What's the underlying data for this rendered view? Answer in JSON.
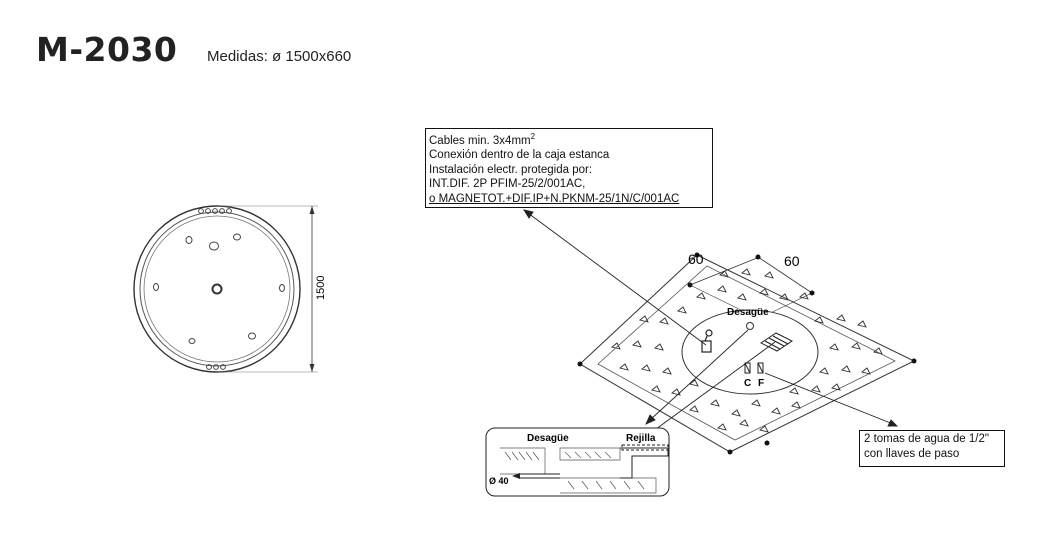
{
  "header": {
    "model": "M-2030",
    "dimensions": "Medidas: ø 1500x660"
  },
  "top_view": {
    "dimension_label": "1500"
  },
  "electrical_note": {
    "lines": [
      "Cables min. 3x4mm",
      "Conexión dentro de la caja estanca",
      "Instalación electr. protegida por:",
      "INT.DIF. 2P PFIM-25/2/001AC,",
      "o MAGNETOT.+DIF.IP+N.PKNM-25/1N/C/001AC"
    ],
    "superscript": "2"
  },
  "floor_plan": {
    "dim_left": "60",
    "dim_right": "60",
    "drain_label": "Desagüe",
    "hot_label": "C",
    "cold_label": "F"
  },
  "water_note": {
    "lines": [
      "2 tomas de agua de 1/2\"",
      "con llaves de paso"
    ]
  },
  "section_detail": {
    "drain_label": "Desagüe",
    "grate_label": "Rejilla",
    "pipe_label": "Ø 40"
  }
}
